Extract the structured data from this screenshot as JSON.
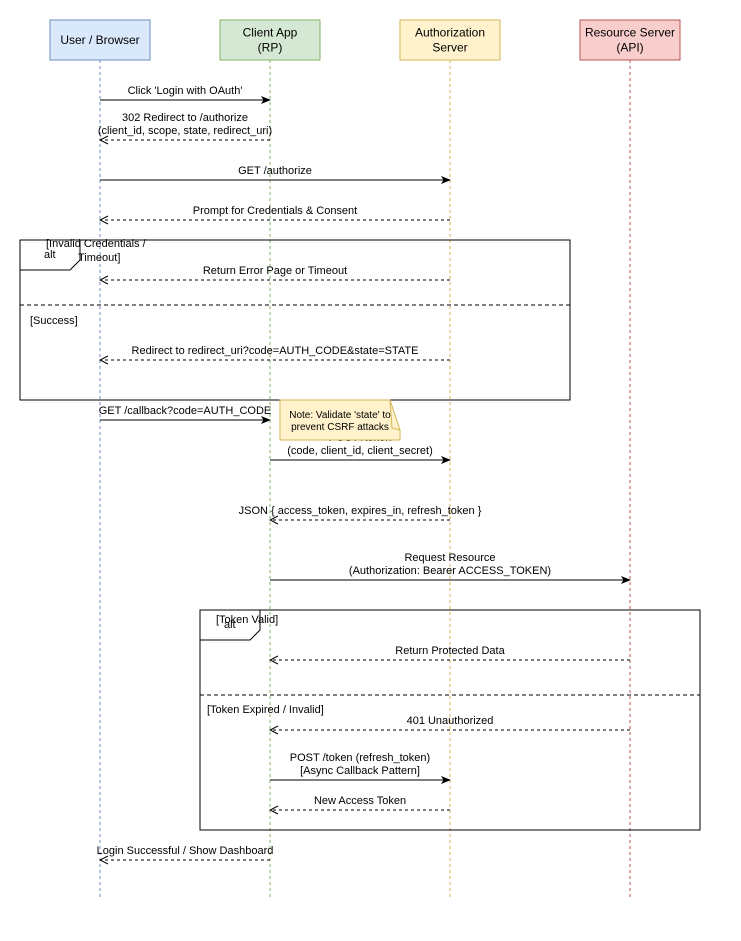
{
  "participants": [
    {
      "id": "user",
      "lines": [
        "User / Browser"
      ],
      "fill": "#dae8fc",
      "stroke": "#6c8ebf"
    },
    {
      "id": "client",
      "lines": [
        "Client App",
        "(RP)"
      ],
      "fill": "#d5e8d4",
      "stroke": "#82b366"
    },
    {
      "id": "auth",
      "lines": [
        "Authorization",
        "Server"
      ],
      "fill": "#fff2cc",
      "stroke": "#d6b656"
    },
    {
      "id": "resource",
      "lines": [
        "Resource Server",
        "(API)"
      ],
      "fill": "#f8cecc",
      "stroke": "#b85450"
    }
  ],
  "messages": [
    {
      "from": "user",
      "to": "client",
      "style": "solid",
      "lines": [
        "Click 'Login with OAuth'"
      ]
    },
    {
      "from": "client",
      "to": "user",
      "style": "dashed",
      "lines": [
        "302 Redirect to /authorize",
        "(client_id, scope, state, redirect_uri)"
      ]
    },
    {
      "from": "user",
      "to": "auth",
      "style": "solid",
      "lines": [
        "GET /authorize"
      ]
    },
    {
      "from": "auth",
      "to": "user",
      "style": "dashed",
      "lines": [
        "Prompt for Credentials & Consent"
      ]
    },
    {
      "from": "auth",
      "to": "user",
      "style": "dashed",
      "lines": [
        "Return Error Page or Timeout"
      ]
    },
    {
      "from": "auth",
      "to": "user",
      "style": "dashed",
      "lines": [
        "Redirect to redirect_uri?code=AUTH_CODE&state=STATE"
      ]
    },
    {
      "from": "user",
      "to": "client",
      "style": "solid",
      "lines": [
        "GET /callback?code=AUTH_CODE"
      ]
    },
    {
      "from": "client",
      "to": "auth",
      "style": "solid",
      "lines": [
        "POST /token",
        "(code, client_id, client_secret)"
      ]
    },
    {
      "from": "auth",
      "to": "client",
      "style": "dashed",
      "lines": [
        "JSON { access_token, expires_in, refresh_token }"
      ]
    },
    {
      "from": "client",
      "to": "resource",
      "style": "solid",
      "lines": [
        "Request Resource",
        "(Authorization: Bearer ACCESS_TOKEN)"
      ]
    },
    {
      "from": "resource",
      "to": "client",
      "style": "dashed",
      "lines": [
        "Return Protected Data"
      ]
    },
    {
      "from": "resource",
      "to": "client",
      "style": "dashed",
      "lines": [
        "401 Unauthorized"
      ]
    },
    {
      "from": "client",
      "to": "auth",
      "style": "solid",
      "lines": [
        "POST /token (refresh_token)",
        "[Async Callback Pattern]"
      ]
    },
    {
      "from": "auth",
      "to": "client",
      "style": "dashed",
      "lines": [
        "New Access Token"
      ]
    },
    {
      "from": "client",
      "to": "user",
      "style": "dashed",
      "lines": [
        "Login Successful / Show Dashboard"
      ]
    }
  ],
  "fragments": [
    {
      "operator": "alt",
      "guard_top": [
        "[Invalid Credentials /",
        "Timeout]"
      ],
      "guard_else": "[Success]"
    },
    {
      "operator": "alt",
      "guard_top": [
        "[Token Valid]"
      ],
      "guard_else": "[Token Expired / Invalid]"
    }
  ],
  "note": {
    "lines": [
      "Note: Validate 'state' to",
      "prevent CSRF attacks"
    ],
    "fill": "#fff2cc",
    "stroke": "#d6b656"
  },
  "colors": {
    "lines": "#000000",
    "lifeline_user": "#6c8ebf",
    "lifeline_client": "#82b366",
    "lifeline_auth": "#d6b656",
    "lifeline_resource": "#b85450"
  }
}
